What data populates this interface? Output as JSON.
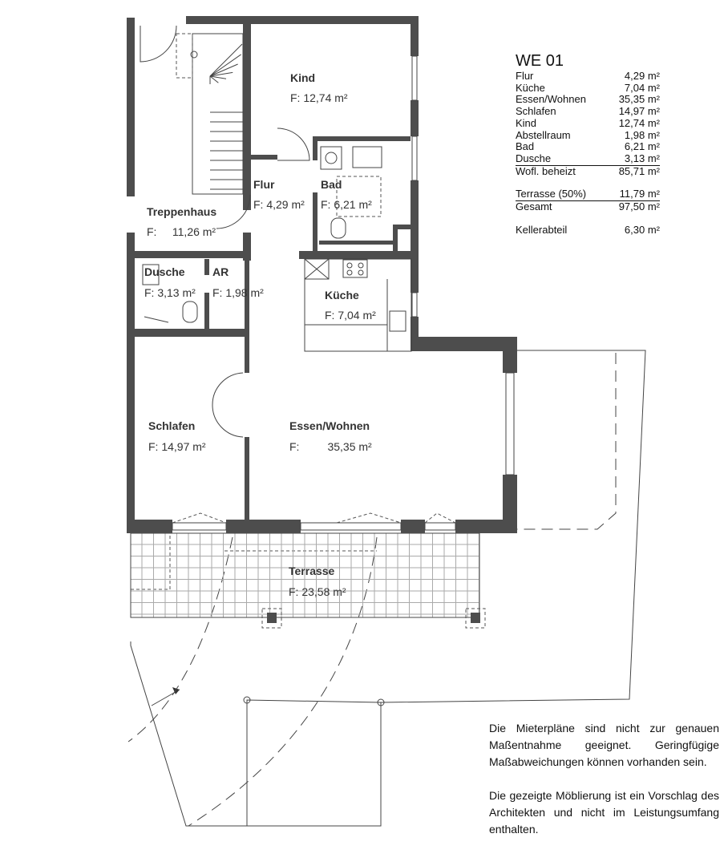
{
  "rooms": {
    "kind": {
      "name": "Kind",
      "area": "F: 12,74 m²"
    },
    "flur": {
      "name": "Flur",
      "area": "F: 4,29 m²"
    },
    "bad": {
      "name": "Bad",
      "area": "F: 6,21 m²"
    },
    "treppenhaus": {
      "name": "Treppenhaus",
      "area": "F:     11,26 m²"
    },
    "dusche": {
      "name": "Dusche",
      "area": "F: 3,13 m²"
    },
    "ar": {
      "name": "AR",
      "area": "F: 1,98 m²"
    },
    "kueche": {
      "name": "Küche",
      "area": "F: 7,04 m²"
    },
    "schlafen": {
      "name": "Schlafen",
      "area": "F: 14,97 m²"
    },
    "essen": {
      "name": "Essen/Wohnen",
      "area": "F:         35,35 m²"
    },
    "terrasse": {
      "name": "Terrasse",
      "area": "F: 23,58 m²"
    }
  },
  "legend": {
    "title": "WE 01",
    "rows": [
      {
        "label": "Flur",
        "value": "4,29 m²"
      },
      {
        "label": "Küche",
        "value": "7,04 m²"
      },
      {
        "label": "Essen/Wohnen",
        "value": "35,35 m²"
      },
      {
        "label": "Schlafen",
        "value": "14,97 m²"
      },
      {
        "label": "Kind",
        "value": "12,74 m²"
      },
      {
        "label": "Abstellraum",
        "value": "1,98 m²"
      },
      {
        "label": "Bad",
        "value": "6,21 m²"
      },
      {
        "label": "Dusche",
        "value": "3,13 m²"
      },
      {
        "label": "Wofl. beheizt",
        "value": "85,71 m²"
      },
      {
        "label": "Terrasse (50%)",
        "value": "11,79 m²"
      },
      {
        "label": "Gesamt",
        "value": "97,50 m²"
      },
      {
        "label": "Kellerabteil",
        "value": "6,30 m²"
      }
    ]
  },
  "notes": [
    "Die Mieterpläne sind nicht zur genauen Maßentnahme geeignet. Geringfügige Maßabweichungen können vorhanden sein.",
    "Die gezeigte Möblierung ist ein Vorschlag des Architekten und nicht im Leistungsumfang enthalten."
  ]
}
